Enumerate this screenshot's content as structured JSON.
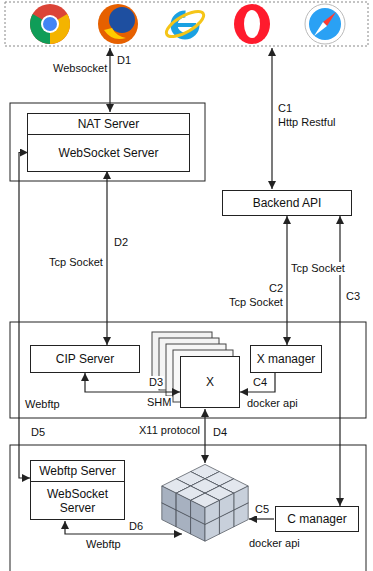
{
  "diagram": {
    "nodes": [
      {
        "text": [
          "NAT Server"
        ]
      },
      {
        "text": [
          "WebSocket Server"
        ],
        "in": 0
      },
      {
        "text": [
          "Backend API"
        ]
      },
      {
        "text": [
          "CIP Server"
        ]
      },
      {
        "text": [
          "X"
        ]
      },
      {
        "text": [
          "X manager"
        ]
      },
      {
        "text": [
          "Webftp Server"
        ]
      },
      {
        "text": [
          "WebSocket Server"
        ],
        "in": 6
      },
      {
        "text": [
          "C manager"
        ]
      }
    ],
    "edges": [
      {
        "from": 1,
        "to": 3,
        "label": "Tcp Socket",
        "arrow": "both"
      },
      {
        "from": 2,
        "to": 5,
        "label": "Tcp Socket",
        "arrow": "both"
      },
      {
        "from": 2,
        "to": 8,
        "label": "Tcp Socket",
        "arrow": "both"
      },
      {
        "from": 3,
        "to": 4,
        "label": "SHM",
        "arrow": "both"
      },
      {
        "from": 5,
        "to": 4,
        "label": "docker api",
        "arrow": "to"
      },
      {
        "from": 1,
        "to": 6,
        "label": "Webftp",
        "arrow": "both"
      }
    ],
    "labels": [
      "Websocket",
      "D1",
      "C1",
      "Http Restful",
      "D2",
      "C2",
      "C3",
      "D3",
      "C4",
      "D5",
      "X11 protocol",
      "D4",
      "D6",
      "Webftp",
      "C5",
      "docker api"
    ]
  }
}
